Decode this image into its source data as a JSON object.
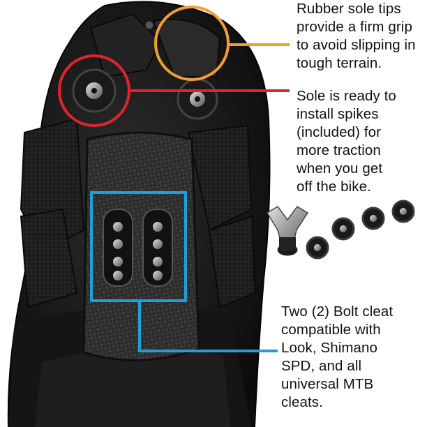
{
  "callouts": [
    {
      "id": "rubber-tips",
      "text": "Rubber sole tips\nprovide a firm grip\nto avoid slipping in\ntough terrain.",
      "color": "#f0a030"
    },
    {
      "id": "spikes",
      "text": "Sole is ready to\ninstall spikes\n(included) for\nmore traction\nwhen you get\noff the bike.",
      "color": "#e0242f"
    },
    {
      "id": "cleat",
      "text": "Two (2) Bolt cleat\ncompatible with\nLook, Shimano\nSPD, and all\nuniversal MTB\ncleats.",
      "color": "#1fa0d6"
    }
  ],
  "product": {
    "subject": "shoe-sole-photo",
    "accessories": "spike-wrench-and-spikes"
  }
}
